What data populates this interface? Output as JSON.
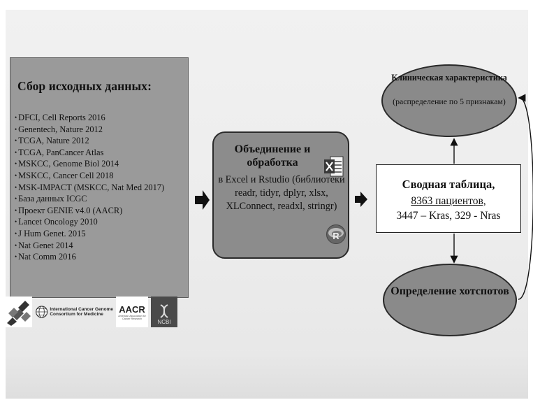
{
  "sources": {
    "title": "Сбор исходных данных:",
    "items": [
      "DFCI, Cell Reports 2016",
      "Genentech, Nature 2012",
      "TCGA, Nature 2012",
      "TCGA, PanCancer Atlas",
      "MSKCC, Genome Biol 2014",
      "MSKCC, Cancer Cell 2018",
      "MSK-IMPACT (MSKCC, Nat Med 2017)",
      "База данных ICGC",
      "Проект GENIE v4.0 (AACR)",
      "Lancet Oncology 2010",
      "J Hum Genet. 2015",
      "Nat Genet 2014",
      "Nat Comm 2016"
    ],
    "logos": {
      "icgc": "International Cancer Genome Consortium for Medicine",
      "aacr": "AACR",
      "aacr_sub": "American Association for Cancer Research",
      "ncbi": "NCBI"
    }
  },
  "process": {
    "title": "Объединение и обработка",
    "body": "в Excel и Rstudio (библиотеки readr, tidyr, dplyr, xlsx, XLConnect, readxl, stringr)",
    "excel_icon": "excel-icon",
    "r_icon": "r-logo-icon"
  },
  "summary": {
    "title": "Сводная таблица,",
    "count": "8363 пациентов,",
    "split": "3447 – Kras, 329 - Nras"
  },
  "clinical": {
    "title": "Клиническая характеристика",
    "subtitle": "(распределение по 5 признакам)"
  },
  "hotspots": {
    "title": "Определение хотспотов"
  },
  "colors": {
    "box_fill": "#9a9a9a",
    "ellipse_fill": "#8a8a8a",
    "arrow": "#111111",
    "background": "#ececec"
  }
}
